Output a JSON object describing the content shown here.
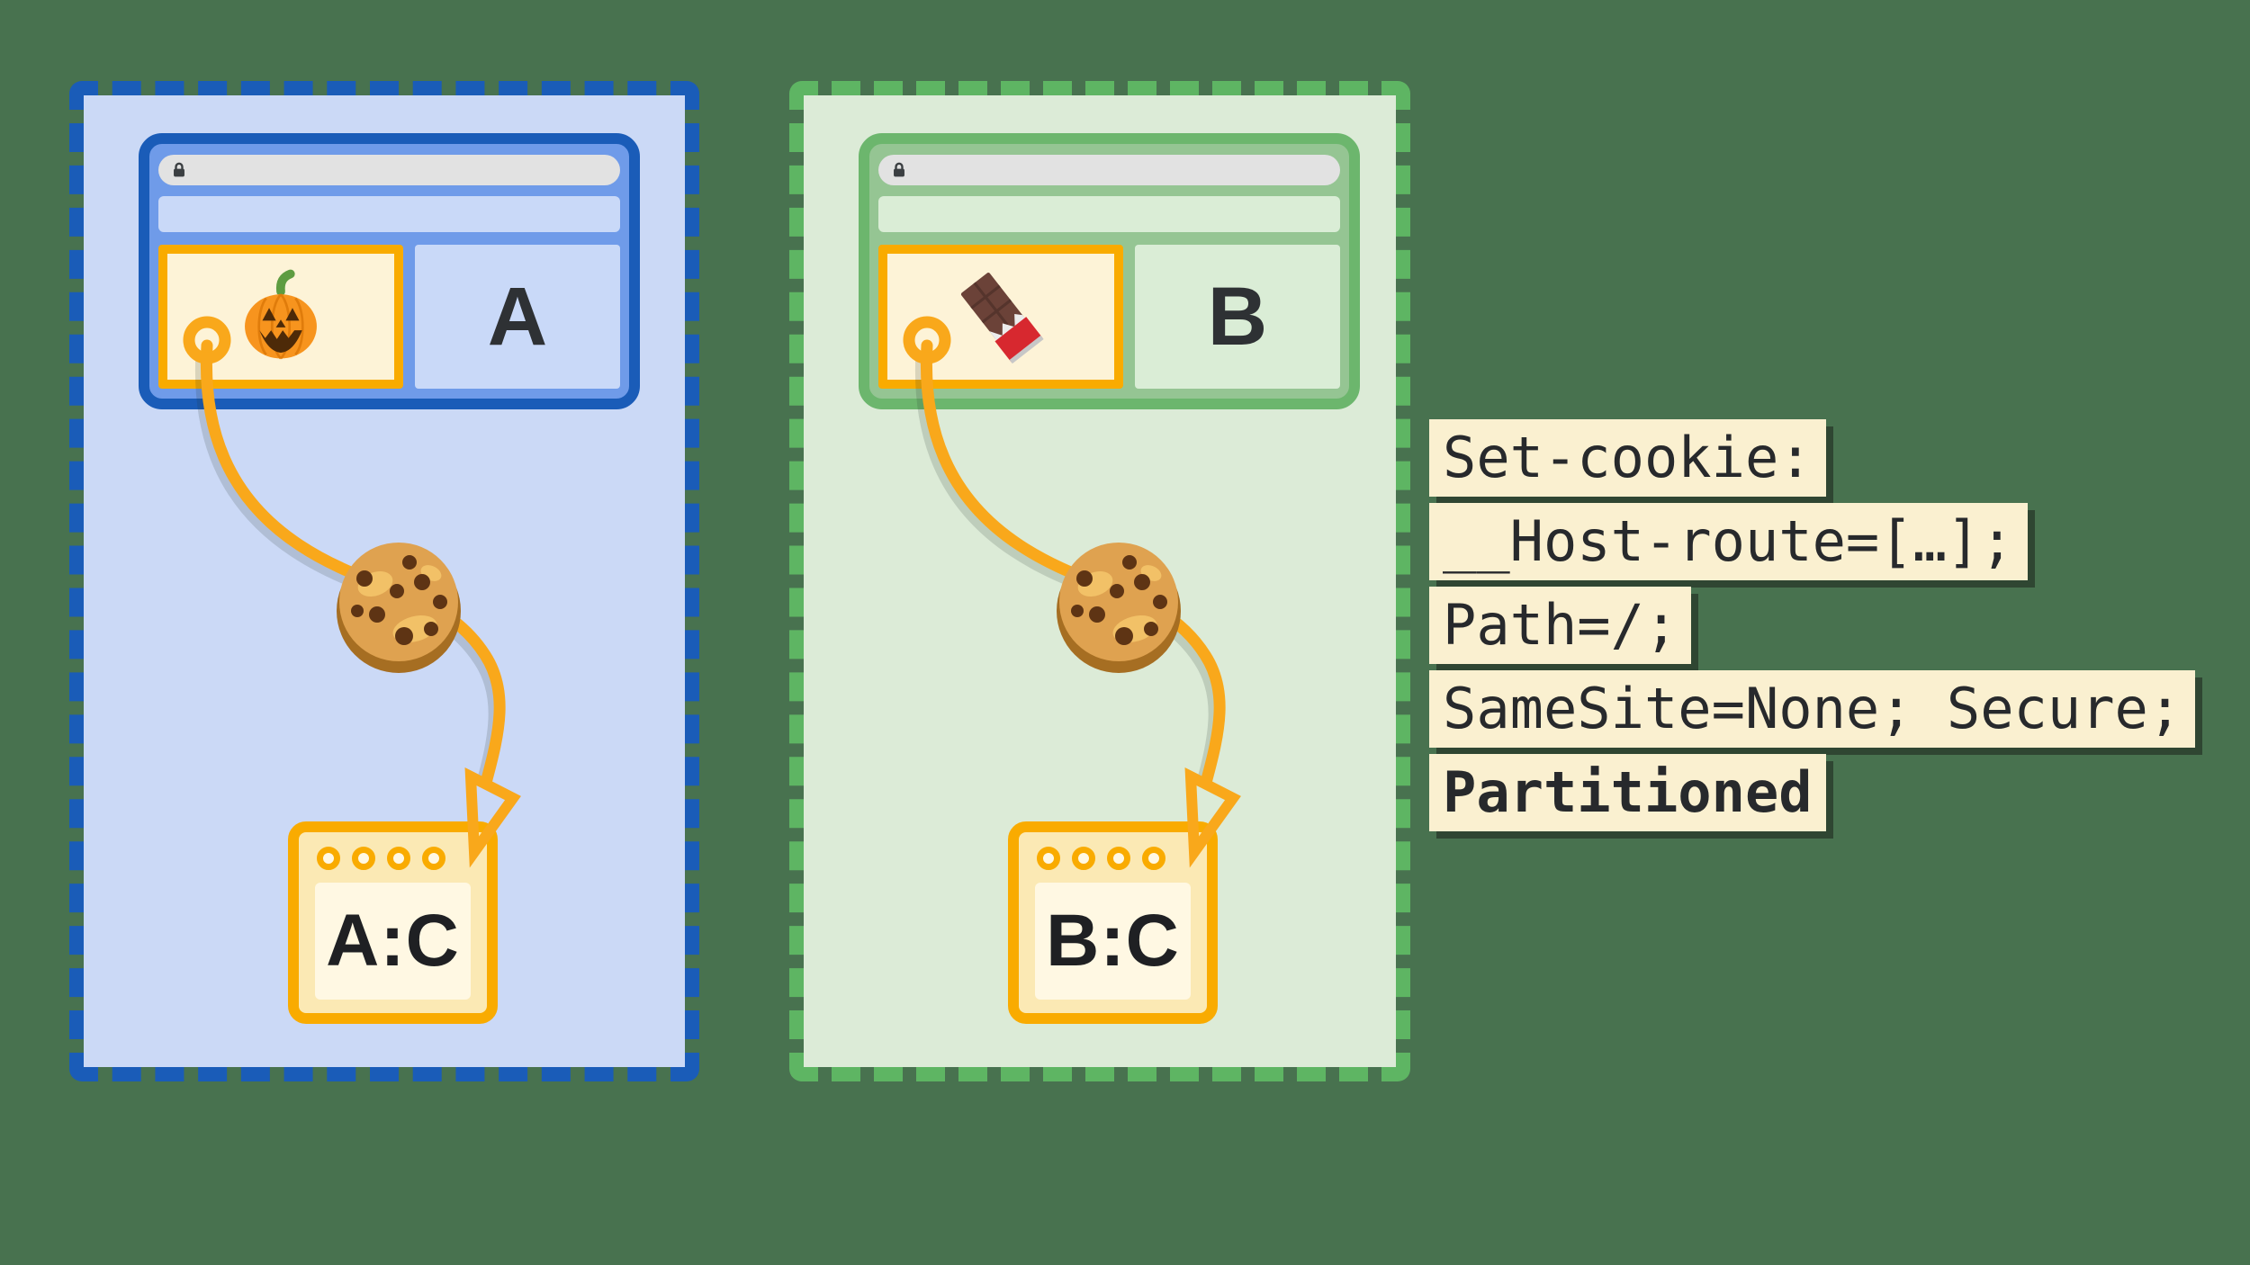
{
  "canvas": {
    "background_color": "#48724F",
    "description": "Partitioned cookies (CHIPS) diagram: two top-level site partitions each storing its own copy of the third-party cookie"
  },
  "panels": [
    {
      "site_letter": "A",
      "storage_label": "A:C",
      "embed_icon": "pumpkin-icon",
      "accent_color": "#1A5CB8",
      "fill_color": "#CBD9F6",
      "window_body_color": "#6F9BE9"
    },
    {
      "site_letter": "B",
      "storage_label": "B:C",
      "embed_icon": "chocolate-icon",
      "accent_color": "#5EB563",
      "fill_color": "#DCEBD7",
      "window_body_color": "#95C593"
    }
  ],
  "browser": {
    "lock_icon": "lock-icon",
    "urlbar_color": "#E2E2E2"
  },
  "connector": {
    "color": "#F9A81B",
    "cookie_icon": "cookie-icon",
    "anchor_icon": "anchor-ring-icon",
    "arrow_icon": "arrowhead-icon"
  },
  "iframe": {
    "border_color": "#F9AB00",
    "fill_color": "#FDF3D7"
  },
  "storage_box": {
    "border_color": "#F9AB00",
    "fill_color": "#FBE9B4",
    "inner_color": "#FFF8E3"
  },
  "code_block": {
    "highlight_color": "#FAF0D0",
    "text_color": "#27292C",
    "lines": [
      "Set-cookie:",
      "__Host-route=[…];",
      "Path=/;",
      "SameSite=None; Secure;",
      "Partitioned"
    ]
  }
}
